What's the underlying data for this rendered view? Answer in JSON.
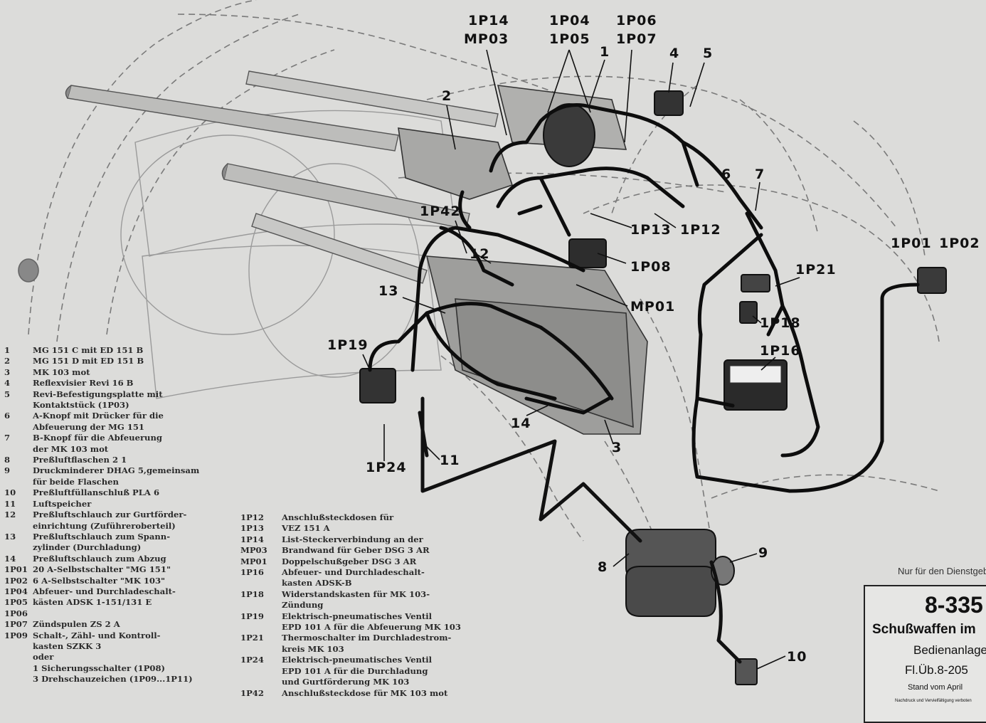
{
  "callouts": [
    {
      "id": "c-1p14",
      "text": "1P14"
    },
    {
      "id": "c-mp03",
      "text": "MP03"
    },
    {
      "id": "c-1p04",
      "text": "1P04"
    },
    {
      "id": "c-1p05",
      "text": "1P05"
    },
    {
      "id": "c-1p06",
      "text": "1P06"
    },
    {
      "id": "c-1p07",
      "text": "1P07"
    },
    {
      "id": "c-1",
      "text": "1"
    },
    {
      "id": "c-4",
      "text": "4"
    },
    {
      "id": "c-5",
      "text": "5"
    },
    {
      "id": "c-2",
      "text": "2"
    },
    {
      "id": "c-6",
      "text": "6"
    },
    {
      "id": "c-7",
      "text": "7"
    },
    {
      "id": "c-1p42",
      "text": "1P42"
    },
    {
      "id": "c-1p13",
      "text": "1P13"
    },
    {
      "id": "c-1p12",
      "text": "1P12"
    },
    {
      "id": "c-1p01",
      "text": "1P01"
    },
    {
      "id": "c-1p02",
      "text": "1P02"
    },
    {
      "id": "c-12",
      "text": "12"
    },
    {
      "id": "c-1p08",
      "text": "1P08"
    },
    {
      "id": "c-1p21",
      "text": "1P21"
    },
    {
      "id": "c-13",
      "text": "13"
    },
    {
      "id": "c-mp01",
      "text": "MP01"
    },
    {
      "id": "c-1p18",
      "text": "1P18"
    },
    {
      "id": "c-1p19",
      "text": "1P19"
    },
    {
      "id": "c-1p16",
      "text": "1P16"
    },
    {
      "id": "c-14",
      "text": "14"
    },
    {
      "id": "c-3",
      "text": "3"
    },
    {
      "id": "c-1p24",
      "text": "1P24"
    },
    {
      "id": "c-11",
      "text": "11"
    },
    {
      "id": "c-8",
      "text": "8"
    },
    {
      "id": "c-9",
      "text": "9"
    },
    {
      "id": "c-10",
      "text": "10"
    }
  ],
  "legend_left": [
    {
      "num": "1",
      "text": "MG 151 C mit ED 151 B"
    },
    {
      "num": "2",
      "text": "MG 151 D mit ED 151 B"
    },
    {
      "num": "3",
      "text": "MK 103 mot"
    },
    {
      "num": "4",
      "text": "Reflexvisier Revi 16 B"
    },
    {
      "num": "5",
      "text": "Revi-Befestigungsplatte mit"
    },
    {
      "num": "",
      "text": "Kontaktstück (1P03)"
    },
    {
      "num": "6",
      "text": "A-Knopf mit Drücker für die"
    },
    {
      "num": "",
      "text": "Abfeuerung der MG 151"
    },
    {
      "num": "7",
      "text": "B-Knopf für die Abfeuerung"
    },
    {
      "num": "",
      "text": "der MK 103 mot"
    },
    {
      "num": "8",
      "text": "Preßluftflaschen 2 1"
    },
    {
      "num": "9",
      "text": "Druckminderer DHAG 5,gemeinsam"
    },
    {
      "num": "",
      "text": "für beide Flaschen"
    },
    {
      "num": "10",
      "text": "Preßluftfüllanschluß PLA 6"
    },
    {
      "num": "11",
      "text": "Luftspeicher"
    },
    {
      "num": "12",
      "text": "Preßluftschlauch zur Gurtförder-"
    },
    {
      "num": "",
      "text": "einrichtung (Zuführeroberteil)"
    },
    {
      "num": "13",
      "text": "Preßluftschlauch zum Spann-"
    },
    {
      "num": "",
      "text": "zylinder (Durchladung)"
    },
    {
      "num": "14",
      "text": "Preßluftschlauch zum Abzug"
    },
    {
      "num": "1P01",
      "text": "20 A-Selbstschalter \"MG 151\""
    },
    {
      "num": "1P02",
      "text": "6 A-Selbstschalter \"MK 103\""
    },
    {
      "num": "1P04",
      "text": "Abfeuer- und Durchladeschalt-"
    },
    {
      "num": "1P05",
      "text": "kästen ADSK 1-151/131 E"
    },
    {
      "num": "1P06",
      "text": ""
    },
    {
      "num": "1P07",
      "text": "Zündspulen ZS 2 A"
    },
    {
      "num": "1P09",
      "text": "Schalt-, Zähl- und Kontroll-"
    },
    {
      "num": "",
      "text": "kasten SZKK 3"
    },
    {
      "num": "",
      "text": "oder"
    },
    {
      "num": "",
      "text": "1 Sicherungsschalter (1P08)"
    },
    {
      "num": "",
      "text": "3 Drehschauzeichen (1P09...1P11)"
    }
  ],
  "legend_right": [
    {
      "num": "1P12",
      "text": "Anschlußsteckdosen für"
    },
    {
      "num": "1P13",
      "text": "VEZ 151 A"
    },
    {
      "num": "1P14",
      "text": "List-Steckerverbindung an der"
    },
    {
      "num": "MP03",
      "text": "Brandwand für Geber DSG 3 AR"
    },
    {
      "num": "MP01",
      "text": "Doppelschußgeber DSG 3 AR"
    },
    {
      "num": "1P16",
      "text": "Abfeuer- und Durchladeschalt-"
    },
    {
      "num": "",
      "text": "kasten ADSK-B"
    },
    {
      "num": "1P18",
      "text": "Widerstandskasten für MK 103-"
    },
    {
      "num": "",
      "text": "Zündung"
    },
    {
      "num": "1P19",
      "text": "Elektrisch-pneumatisches Ventil"
    },
    {
      "num": "",
      "text": "EPD 101 A für die Abfeuerung MK 103"
    },
    {
      "num": "1P21",
      "text": "Thermoschalter im Durchladestrom-"
    },
    {
      "num": "",
      "text": "kreis MK 103"
    },
    {
      "num": "1P24",
      "text": "Elektrisch-pneumatisches Ventil"
    },
    {
      "num": "",
      "text": "EPD 101 A für die Durchladung"
    },
    {
      "num": "",
      "text": "und Gurtförderung MK 103"
    },
    {
      "num": "1P42",
      "text": "Anschlußsteckdose für MK 103 mot"
    }
  ],
  "stamp": "Nur für den Dienstgebrauch",
  "title_box": {
    "number": "8-335",
    "title": "Schußwaffen im",
    "subtitle": "Bedienanlage",
    "code": "Fl.Üb.8-205",
    "date": "Stand vom April",
    "fine_print": "Nachdruck und Vervielfältigung verboten"
  }
}
